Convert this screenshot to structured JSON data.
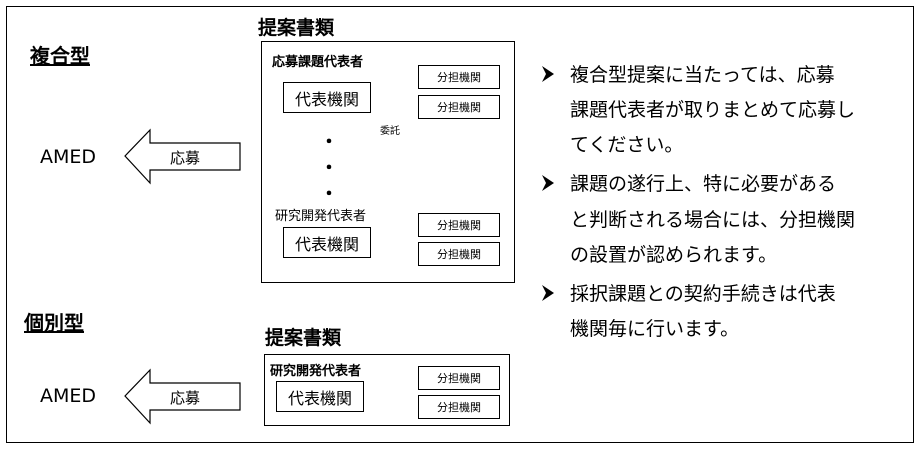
{
  "composite": {
    "type_label": "複合型",
    "amed_label": "AMED",
    "apply_label": "応募",
    "doc_title": "提案書類",
    "applicant_role": "応募課題代表者",
    "rep_label": "代表機関",
    "sub_label": "分担機関",
    "commission_label": "委託",
    "researcher_role": "研究開発代表者",
    "dots": [
      "・",
      "・",
      "・"
    ]
  },
  "individual": {
    "type_label": "個別型",
    "amed_label": "AMED",
    "apply_label": "応募",
    "doc_title": "提案書類",
    "researcher_role": "研究開発代表者",
    "rep_label": "代表機関",
    "sub_label": "分担機関"
  },
  "notes": {
    "bullet_icon": "arrow-bullet-icon",
    "items": [
      {
        "lines": [
          "複合型提案に当たっては、応募",
          "課題代表者が取りまとめて応募し",
          "てください。"
        ]
      },
      {
        "lines": [
          "課題の遂行上、特に必要がある",
          "と判断される場合には、分担機関",
          "の設置が認められます。"
        ]
      },
      {
        "lines": [
          "採択課題との契約手続きは代表",
          "機関毎に行います。"
        ]
      }
    ]
  }
}
